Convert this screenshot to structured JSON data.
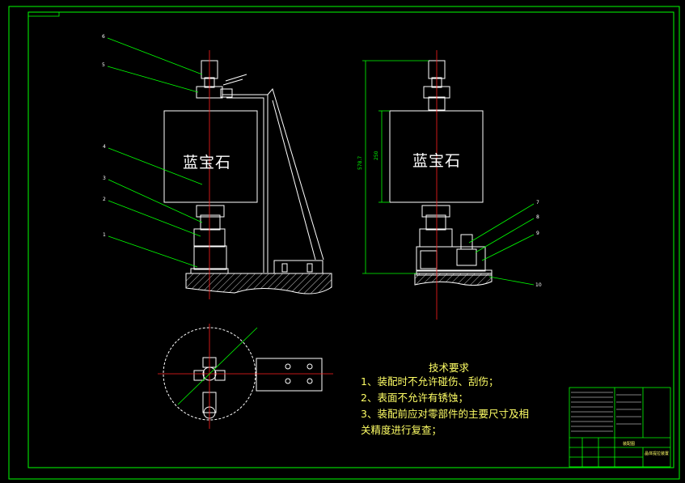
{
  "drawing": {
    "crystal_label_front": "蓝宝石",
    "crystal_label_side": "蓝宝石",
    "part_numbers_front": [
      "6",
      "5",
      "4",
      "3",
      "2",
      "1"
    ],
    "part_numbers_side": [
      "7",
      "8",
      "9",
      "10"
    ],
    "dim_overall": "578.7",
    "dim_crystal": "250"
  },
  "requirements": {
    "title": "技术要求",
    "items": [
      "1、装配时不允许碰伤、刮伤；",
      "2、表面不允许有锈蚀；",
      "3、装配前应对零部件的主要尺寸及相",
      "关精度进行复查；"
    ]
  },
  "title_block": {
    "name": "装配图",
    "drawing_title": "晶体提拉装置"
  },
  "colors": {
    "border": "#00ff00",
    "outline": "#ffffff",
    "centerline": "#ff2020",
    "leader": "#00ff00",
    "text": "#ffff66",
    "hatch": "#ffffff"
  }
}
